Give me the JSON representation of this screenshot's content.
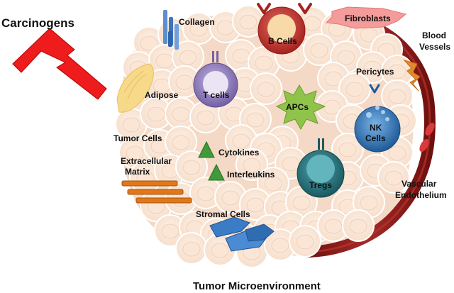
{
  "labels": {
    "carcinogens": "Carcinogens",
    "collagen": "Collagen",
    "b_cells": "B Cells",
    "fibroblasts": "Fibroblasts",
    "blood_vessels_1": "Blood",
    "blood_vessels_2": "Vessels",
    "pericytes": "Pericytes",
    "adipose": "Adipose",
    "t_cells": "T cells",
    "apcs": "APCs",
    "nk_cells_1": "NK",
    "nk_cells_2": "Cells",
    "tumor_cells": "Tumor Cells",
    "cytokines": "Cytokines",
    "interleukins": "Interleukins",
    "extracellular_matrix_1": "Extracellular",
    "extracellular_matrix_2": "Matrix",
    "tregs": "Tregs",
    "vascular_endothelium_1": "Vascular",
    "vascular_endothelium_2": "Endothelium",
    "stromal_cells": "Stromal Cells",
    "title": "Tumor Microenvironment"
  },
  "colors": {
    "cell_fill": "#fbe6d6",
    "cell_stroke": "#ffffff",
    "vessel": "#8b1a1a",
    "lightning": "#ee1c1c",
    "b_cell": "#c8342f",
    "t_cell": "#8d78b8",
    "nk_cell": "#2e6fb0",
    "treg": "#1f6f78",
    "apc": "#8fc34a",
    "cytokine": "#3f9a3a",
    "matrix": "#e0781a",
    "stromal": "#3b7cc6",
    "fibroblast": "#f08c8c",
    "collagen": "#5b8fd0",
    "adipose": "#f7d98a"
  }
}
